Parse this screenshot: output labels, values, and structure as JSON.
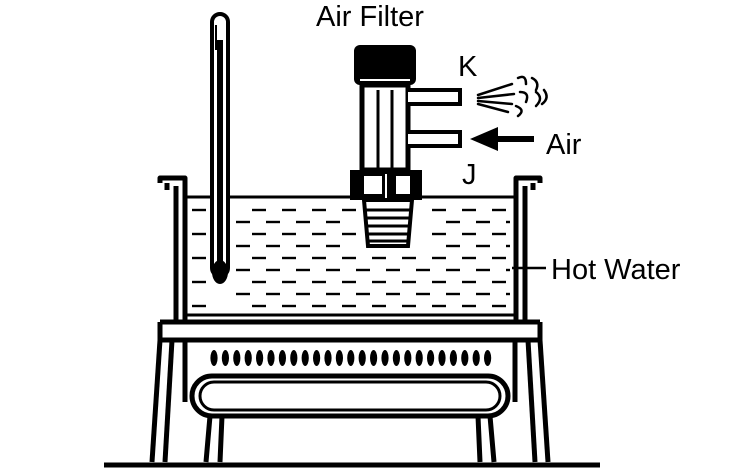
{
  "diagram": {
    "labels": {
      "air_filter": "Air Filter",
      "port_k": "K",
      "port_j": "J",
      "air_in": "Air",
      "hot_water": "Hot Water"
    },
    "colors": {
      "ink": "#000000",
      "background": "#ffffff"
    },
    "icons": [
      "thermometer-icon",
      "air-filter-icon",
      "burner-icon",
      "arrow-left-icon",
      "air-puff-icon"
    ]
  }
}
